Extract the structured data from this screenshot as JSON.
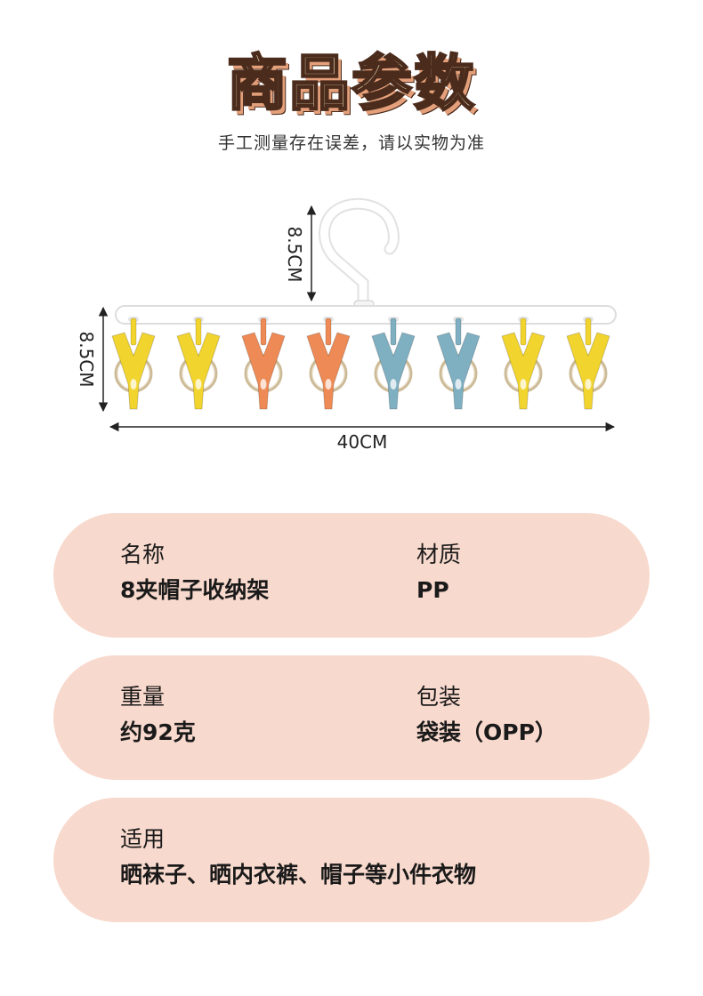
{
  "header": {
    "title": "商品参数",
    "subtitle": "手工测量存在误差，请以实物为准"
  },
  "dimensions": {
    "hook_height": "8.5CM",
    "clip_height": "8.5CM",
    "total_width": "40CM"
  },
  "clips": [
    {
      "color": "#f2d42e"
    },
    {
      "color": "#f2d42e"
    },
    {
      "color": "#ee8a55"
    },
    {
      "color": "#ee8a55"
    },
    {
      "color": "#7fb0c2"
    },
    {
      "color": "#7fb0c2"
    },
    {
      "color": "#f2d42e"
    },
    {
      "color": "#f2d42e"
    }
  ],
  "specs": {
    "name_label": "名称",
    "name_value": "8夹帽子收纳架",
    "material_label": "材质",
    "material_value": "PP",
    "weight_label": "重量",
    "weight_value": "约92克",
    "package_label": "包装",
    "package_value": "袋装（OPP）",
    "usage_label": "适用",
    "usage_value": "晒袜子、晒内衣裤、帽子等小件衣物"
  },
  "colors": {
    "card_background": "#f8d9cd",
    "title_fill": "#fdf0c6",
    "title_outline": "#4a2b1c",
    "title_shadow": "#e4a07a"
  }
}
